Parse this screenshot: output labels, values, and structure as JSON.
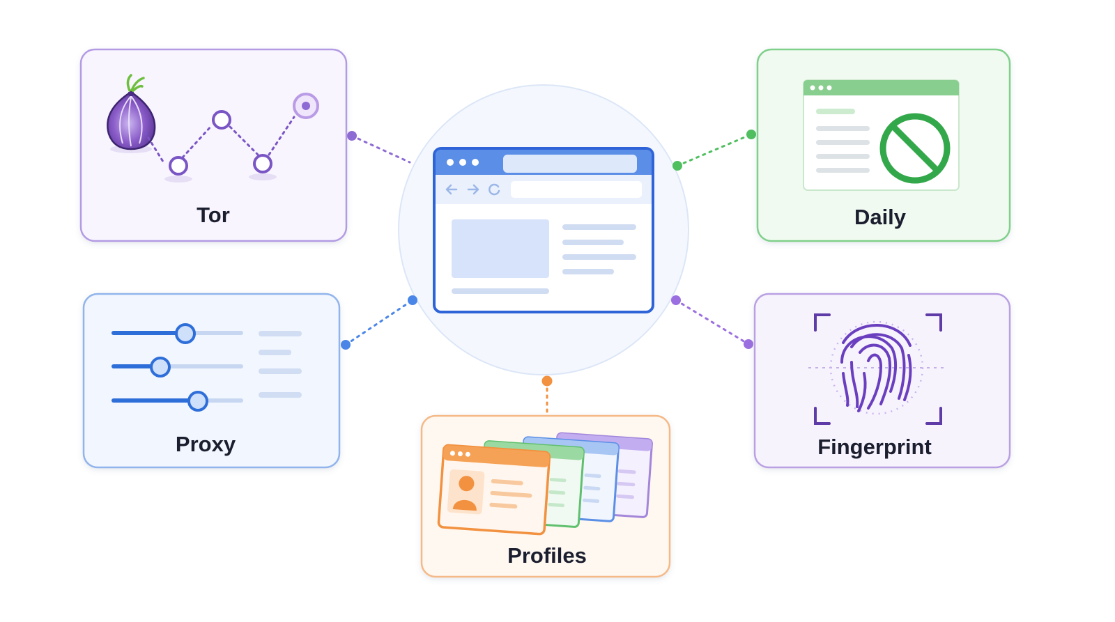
{
  "cards": {
    "tor": {
      "label": "Tor",
      "accent": "#8e6bd4",
      "fill": "#f8f5ff",
      "icon": "onion-route-icon"
    },
    "daily": {
      "label": "Daily",
      "accent": "#4fbf5f",
      "fill": "#f1faf1",
      "icon": "blocked-browser-icon"
    },
    "proxy": {
      "label": "Proxy",
      "accent": "#5b8fe6",
      "fill": "#f2f6fe",
      "icon": "sliders-icon"
    },
    "fingerprint": {
      "label": "Fingerprint",
      "accent": "#a386da",
      "fill": "#f7f3fd",
      "icon": "fingerprint-icon"
    },
    "profiles": {
      "label": "Profiles",
      "accent": "#f5a15c",
      "fill": "#fff8f1",
      "icon": "stacked-profiles-icon"
    }
  },
  "center": {
    "icon": "browser-window-icon",
    "accent": "#2e64d8"
  }
}
